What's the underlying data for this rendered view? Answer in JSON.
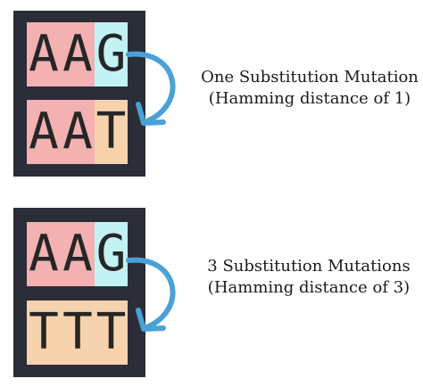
{
  "colors": {
    "panel": "#2b2d38",
    "base_A": "#f3b1b1",
    "base_G": "#c2f2f4",
    "base_T": "#f7d3ad",
    "arrow": "#4aa1d6"
  },
  "example1": {
    "from_sequence": [
      "A",
      "A",
      "G"
    ],
    "to_sequence": [
      "A",
      "A",
      "T"
    ],
    "caption_line1": "One Substitution Mutation",
    "caption_line2": "(Hamming distance of 1)"
  },
  "example2": {
    "from_sequence": [
      "A",
      "A",
      "G"
    ],
    "to_sequence": [
      "T",
      "T",
      "T"
    ],
    "caption_line1": "3 Substitution Mutations",
    "caption_line2": "(Hamming distance of 3)"
  }
}
